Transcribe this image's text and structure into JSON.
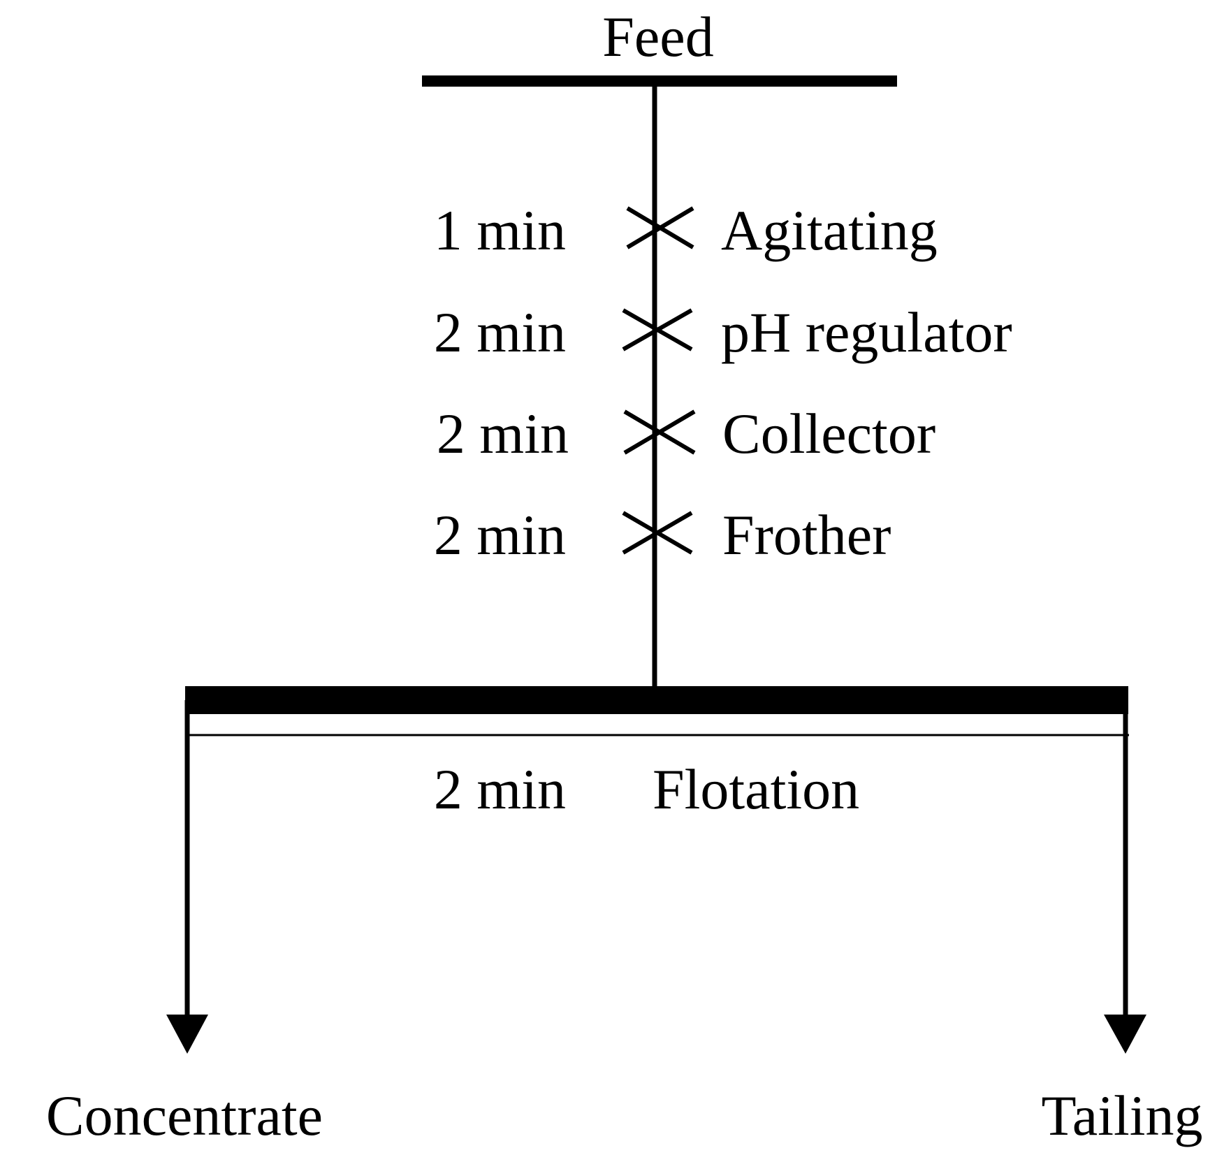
{
  "feed": {
    "label": "Feed"
  },
  "steps": [
    {
      "time": "1 min",
      "label": "Agitating"
    },
    {
      "time": "2 min",
      "label": "pH regulator"
    },
    {
      "time": "2 min",
      "label": "Collector"
    },
    {
      "time": "2 min",
      "label": "Frother"
    }
  ],
  "flotation": {
    "time": "2 min",
    "label": "Flotation"
  },
  "outputs": {
    "concentrate": "Concentrate",
    "tailing": "Tailing"
  },
  "colors": {
    "line": "#000000",
    "background": "#ffffff"
  },
  "icons": {
    "step_marker": "cross-x-icon",
    "output_arrow": "arrow-down-icon"
  }
}
